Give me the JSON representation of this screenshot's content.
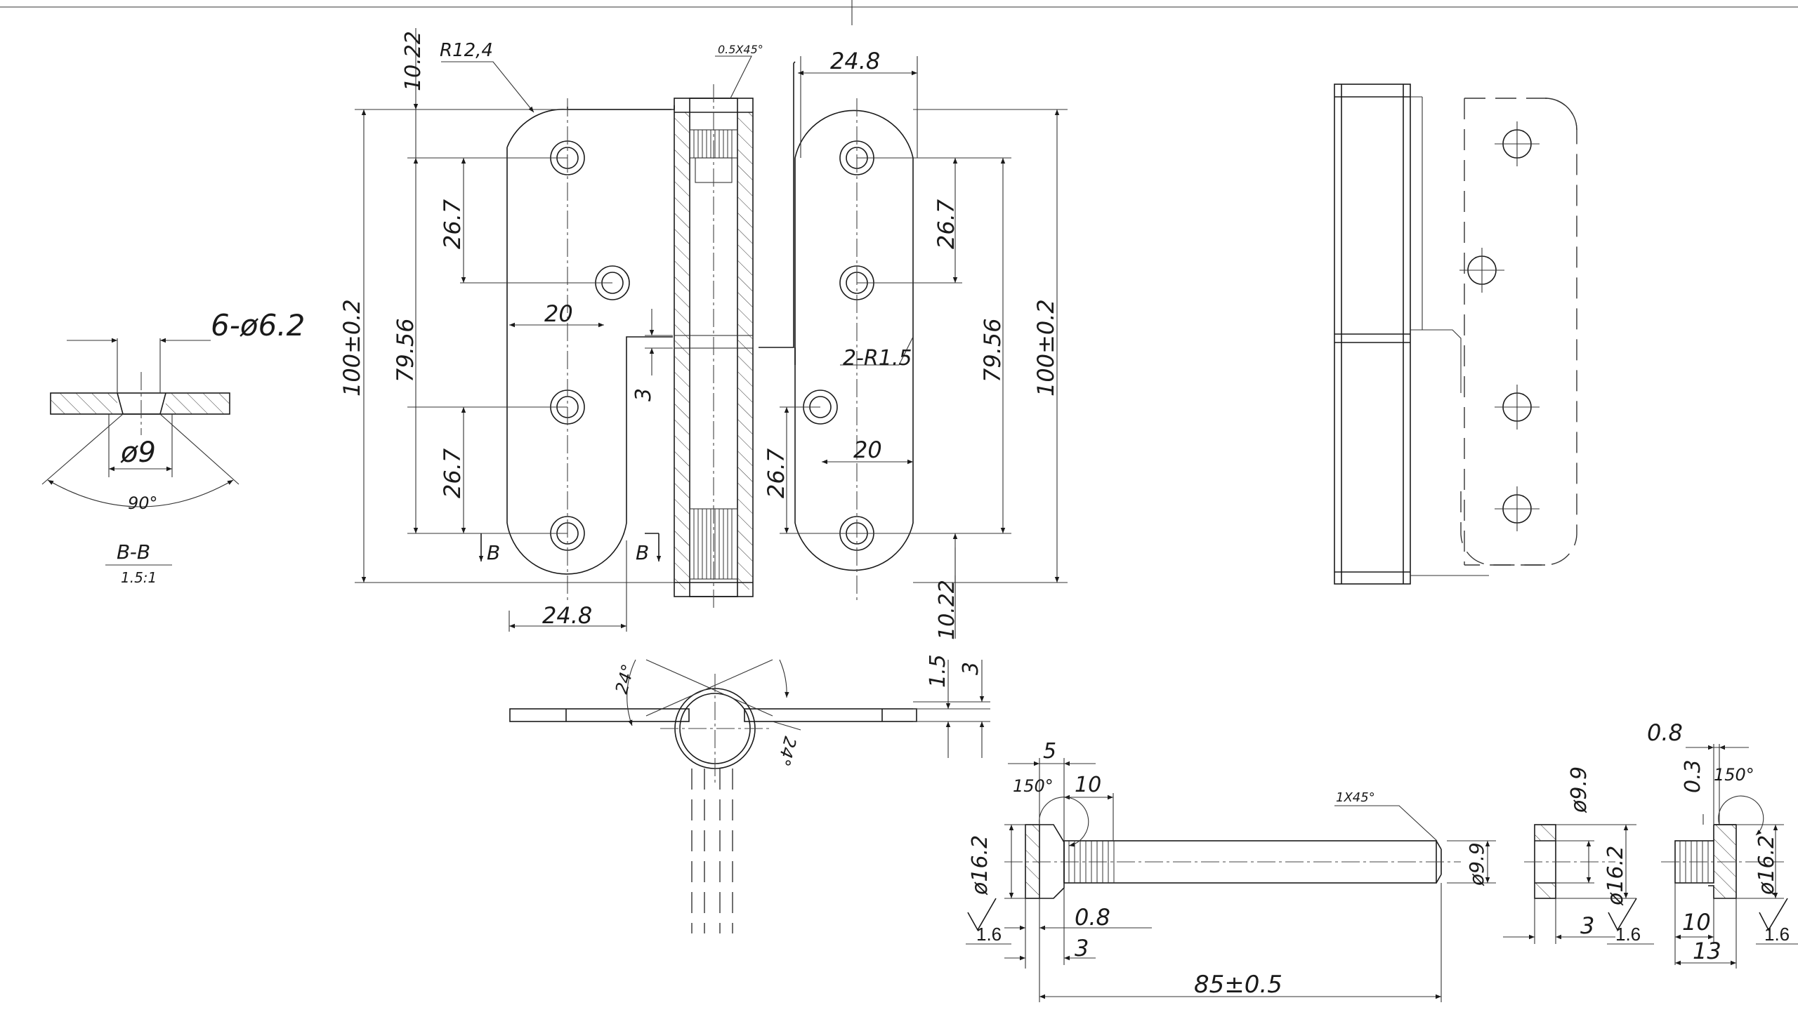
{
  "labels": {
    "d_10_22_top": "10.22",
    "r12_4": "R12,4",
    "chamfer_05": "0.5X45°",
    "d_24_8_top": "24.8",
    "d_26_7_tl": "26.7",
    "d_26_7_tr": "26.7",
    "d_100_left": "100±0.2",
    "d_100_right": "100±0.2",
    "d_79_56_left": "79.56",
    "d_79_56_right": "79.56",
    "d_20_left": "20",
    "d_3_gap": "3",
    "d_2_r1_5": "2-R1.5",
    "d_26_7_bl": "26.7",
    "d_26_7_br": "26.7",
    "d_20_right": "20",
    "sec_b_left": "B",
    "sec_b_right": "B",
    "d_24_8_bottom": "24.8",
    "d_10_22_bottom": "10.22",
    "d_6_holes": "6-ø6.2",
    "d_dia9": "ø9",
    "d_90": "90°",
    "section_title": "B-B",
    "section_scale": "1.5:1",
    "ang_24_top": "24°",
    "ang_24_bottom": "24°",
    "d_1_5": "1.5",
    "d_3_thick": "3",
    "pin_5": "5",
    "pin_150": "150°",
    "pin_10": "10",
    "pin_1x45": "1X45°",
    "pin_dia16_2": "ø16.2",
    "pin_dia9_9": "ø9.9",
    "pin_1_6": "1.6",
    "pin_0_8": "0.8",
    "pin_3": "3",
    "pin_85": "85±0.5",
    "wash_dia9_9": "ø9.9",
    "wash_dia16_2": "ø16.2",
    "wash_3": "3",
    "wash_1_6": "1.6",
    "cap_0_8": "0.8",
    "cap_0_3": "0.3",
    "cap_150": "150°",
    "cap_dia16_2": "ø16.2",
    "cap_10": "10",
    "cap_13": "13",
    "cap_1_6": "1.6"
  },
  "colors": {
    "line": "#1a1a1a",
    "background": "#ffffff"
  }
}
